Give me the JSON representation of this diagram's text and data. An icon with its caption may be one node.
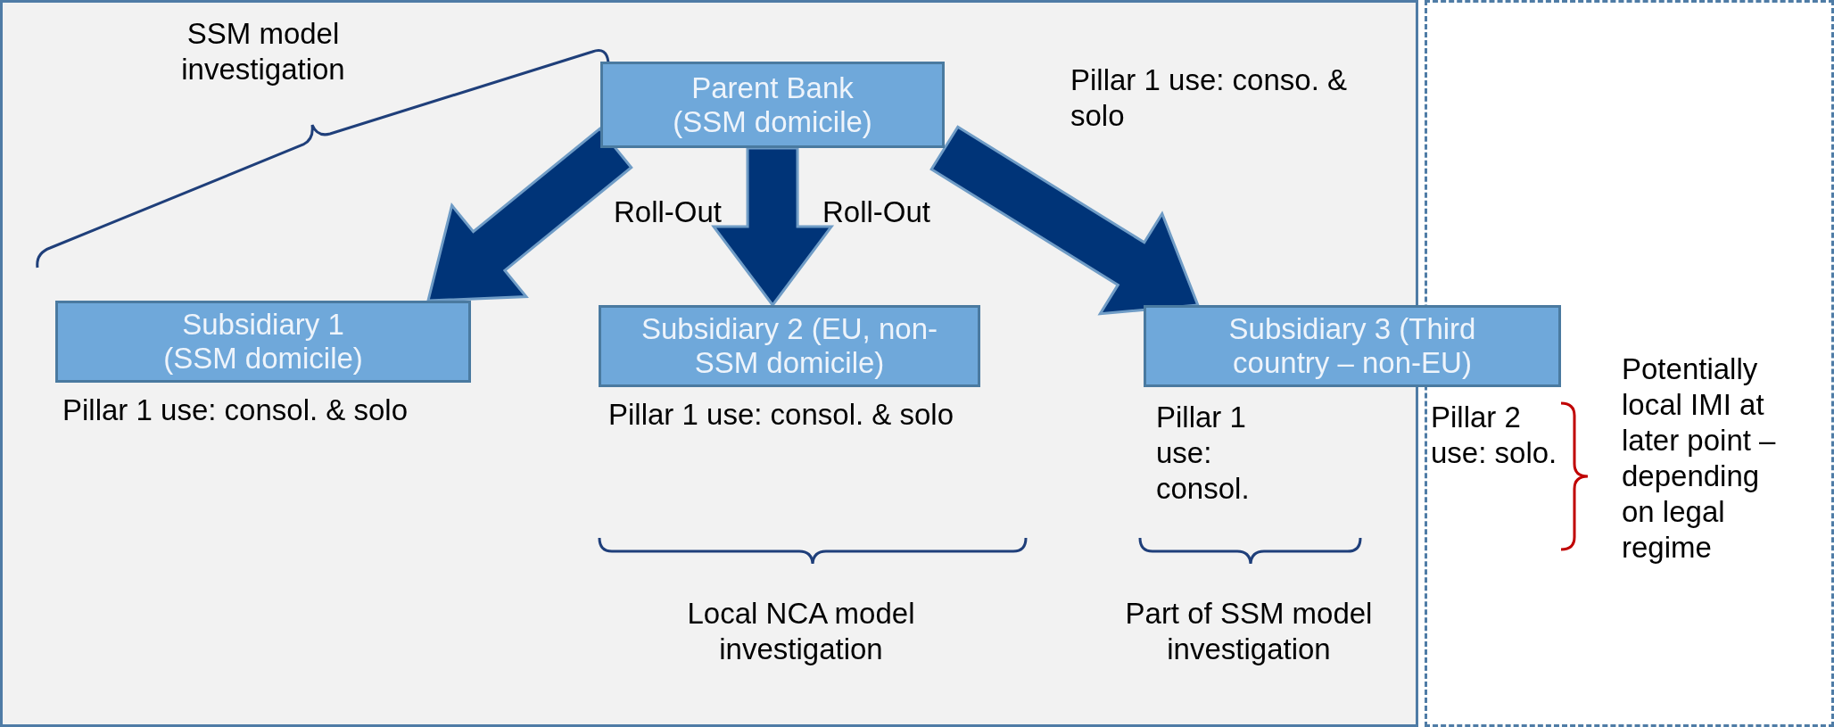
{
  "diagram": {
    "nodes": [
      {
        "text": [
          "Parent Bank (SSM domicile)"
        ]
      },
      {
        "text": [
          "Subsidiary 1 (SSM domicile)"
        ],
        "beside": [
          "Pillar 1 use: consol. & solo"
        ]
      },
      {
        "text": [
          "Subsidiary 2 (EU, non-SSM domicile)"
        ],
        "beside": [
          "Pillar 1 use: consol. & solo"
        ]
      },
      {
        "text": [
          "Subsidiary 3 (Third country – non-EU)"
        ],
        "beside": [
          "Pillar 1 use: consol."
        ]
      }
    ],
    "edges": [
      {
        "from": 0,
        "to": 1,
        "arrow": "to"
      },
      {
        "from": 0,
        "to": 2,
        "arrow": "to"
      },
      {
        "from": 0,
        "to": 3,
        "arrow": "to"
      }
    ],
    "labels": [
      "SSM model investigation",
      "Pillar 1 use: conso. & solo",
      "Roll-Out",
      "Roll-Out",
      "Local NCA model investigation",
      "Part of SSM model investigation",
      "Pillar 2 use: solo.",
      "Potentially local IMI at later point – depending on legal regime"
    ]
  }
}
